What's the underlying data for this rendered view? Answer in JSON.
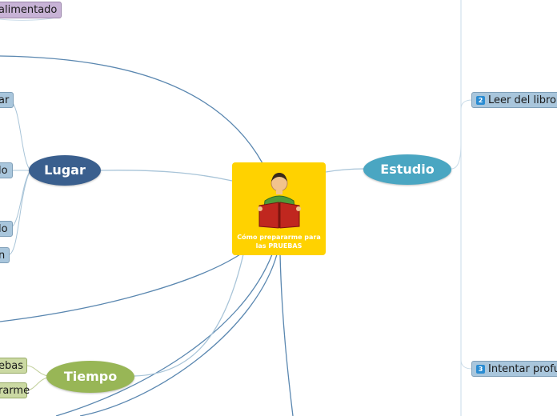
{
  "central": {
    "title": "Cómo prepararme para las PRUEBAS",
    "icon": "person-reading-book-icon"
  },
  "branches": {
    "estudio": {
      "label": "Estudio",
      "color": "#4aa6c2",
      "children": [
        {
          "number": "2",
          "label": "Leer del libro"
        },
        {
          "number": "3",
          "label": "Intentar profu"
        }
      ]
    },
    "lugar": {
      "label": "Lugar",
      "color": "#3a5f8e",
      "children": [
        {
          "label": "ar"
        },
        {
          "label": "lo"
        },
        {
          "label": "lo"
        },
        {
          "label": "n"
        }
      ]
    },
    "tiempo": {
      "label": "Tiempo",
      "color": "#98b656",
      "children": [
        {
          "label": "ebas"
        },
        {
          "label": "rarme"
        }
      ]
    },
    "alimentado": {
      "label": "alimentado"
    }
  },
  "colors": {
    "connector": "#5a87b0",
    "light_connector": "#a8c4d8",
    "central_bg": "#ffd200"
  }
}
